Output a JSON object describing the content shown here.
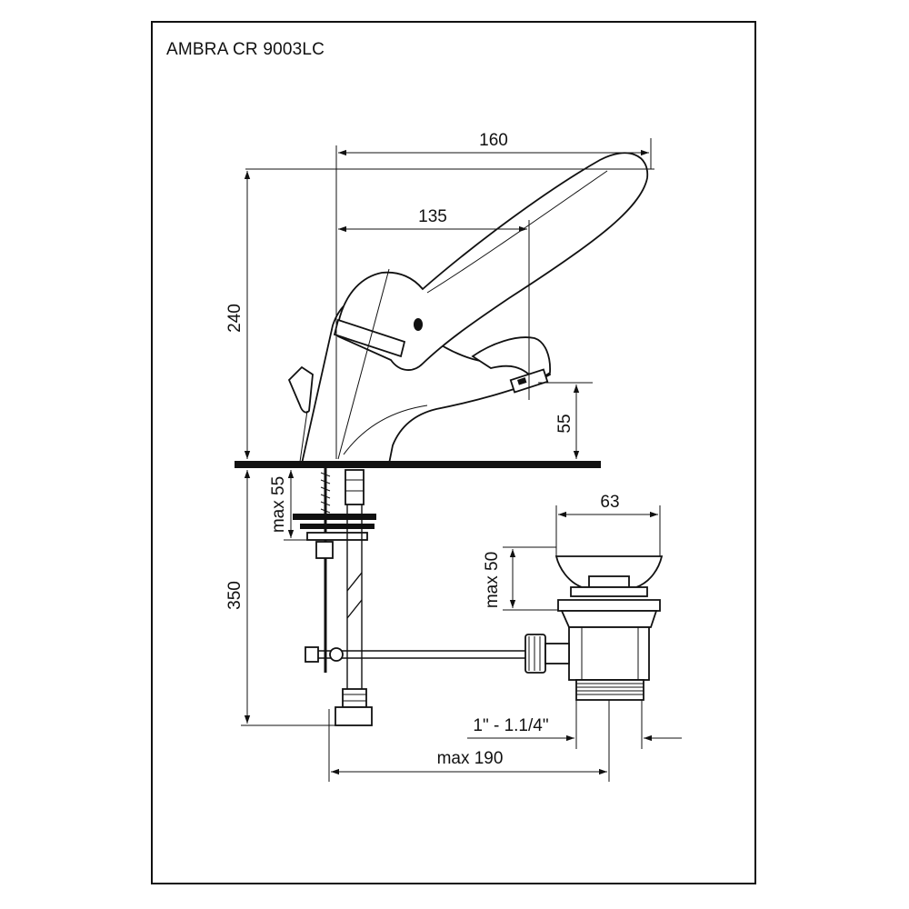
{
  "drawing": {
    "title": "AMBRA CR 9003LC"
  },
  "dimensions": {
    "width_total": "160",
    "width_spout": "135",
    "height_total": "240",
    "spout_height": "55",
    "max_deck": "max 55",
    "below_deck": "350",
    "waste_diameter": "63",
    "max_waste": "max 50",
    "thread": "1\" - 1.1/4\"",
    "max_reach": "max 190"
  }
}
